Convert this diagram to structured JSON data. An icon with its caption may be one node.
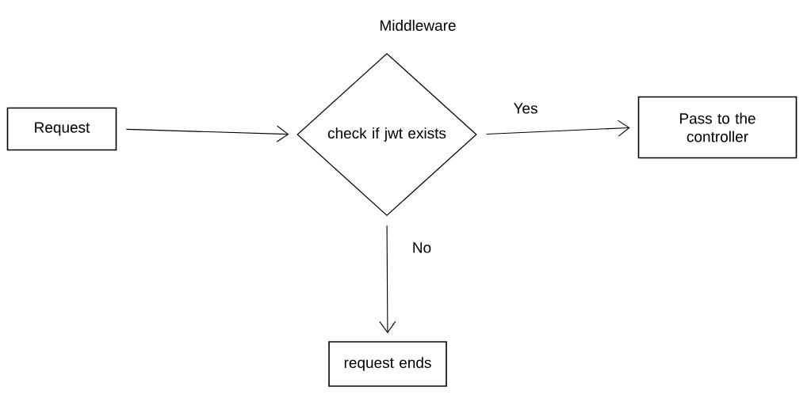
{
  "diagram": {
    "title": "Middleware",
    "nodes": [
      {
        "text": [
          "Request"
        ]
      },
      {
        "text": [
          "check if jwt exists"
        ]
      },
      {
        "text": [
          "Pass to the controller"
        ]
      },
      {
        "text": [
          "request ends"
        ]
      }
    ],
    "edges": [
      {
        "from": 0,
        "to": 1,
        "arrow": "to"
      },
      {
        "from": 1,
        "to": 2,
        "arrow": "to",
        "label": "Yes"
      },
      {
        "from": 1,
        "to": 3,
        "arrow": "to",
        "label": "No"
      }
    ]
  }
}
